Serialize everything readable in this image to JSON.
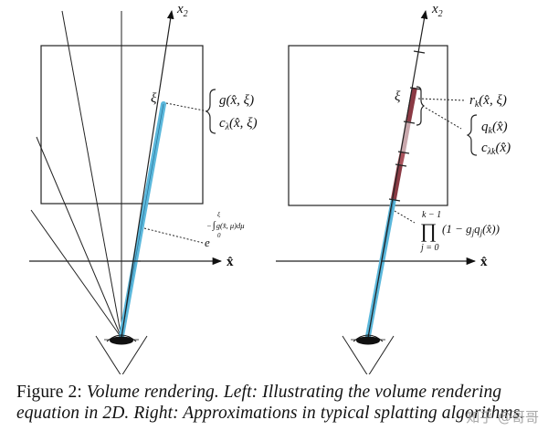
{
  "figure": {
    "left_panel": {
      "axis_x2": "x",
      "axis_x2_sub": "2",
      "axis_x": "x̂",
      "xi": "ξ",
      "brace_lines": [
        "g(x̂, ξ)",
        "c",
        "λ",
        "(x̂, ξ)"
      ],
      "transmittance_base": "e",
      "transmittance_exponent": "g(x̂, μ)dμ",
      "integral_upper": "ξ",
      "integral_lower": "0"
    },
    "right_panel": {
      "axis_x2": "x",
      "axis_x2_sub": "2",
      "axis_x": "x̂",
      "xi": "ξ",
      "r_label": "r",
      "r_sub": "k",
      "r_args": "(x̂, ξ)",
      "q_label": "q",
      "q_sub": "k",
      "q_args": "(x̂)",
      "c_label": "c",
      "c_sub": "λk",
      "c_args": "(x̂)",
      "product_upper": "k − 1",
      "product_symbol": "∏",
      "product_lower": "j = 0",
      "product_body": "(1 − g",
      "product_body_sub1": "j",
      "product_body_mid": "q",
      "product_body_sub2": "j",
      "product_body_end": "(x̂))"
    },
    "colors": {
      "ray": "#5bb8dc",
      "segment_dark": "#8b3a44",
      "segment_light": "#c9a8ad"
    }
  },
  "caption": {
    "label": "Figure 2:",
    "text": "Volume rendering. Left: Illustrating the volume rendering equation in 2D. Right: Approximations in typical splatting algorithms."
  },
  "watermark": "知乎 @哥哥"
}
